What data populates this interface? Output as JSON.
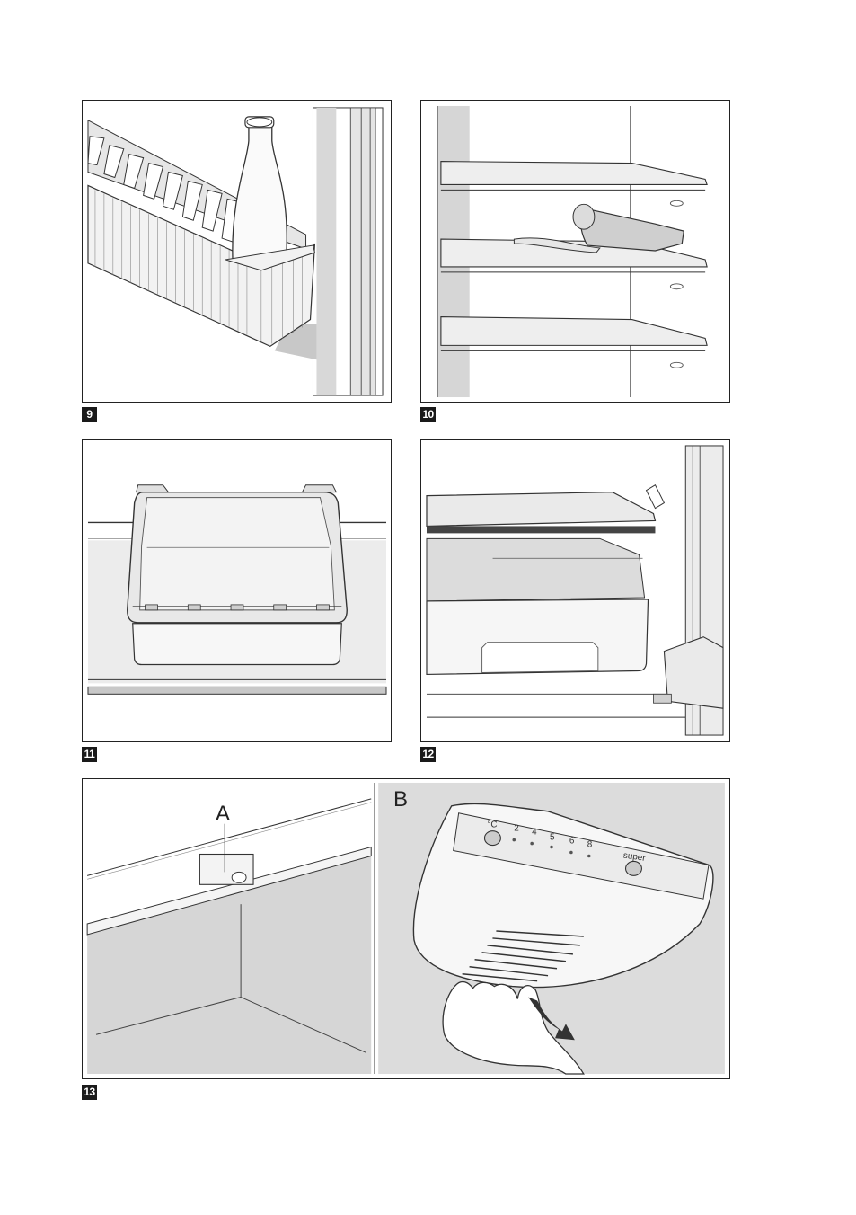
{
  "figures": [
    {
      "number": "9"
    },
    {
      "number": "10"
    },
    {
      "number": "11"
    },
    {
      "number": "12"
    },
    {
      "number": "13",
      "callouts": {
        "a": "A",
        "b": "B"
      }
    }
  ],
  "control_panel": {
    "unit": "°C",
    "settings": [
      "2",
      "4",
      "5",
      "6",
      "8"
    ],
    "super_label": "super"
  },
  "colors": {
    "line": "#333333",
    "shade": "#dcdcdc",
    "shade_dark": "#c4c4c4"
  }
}
